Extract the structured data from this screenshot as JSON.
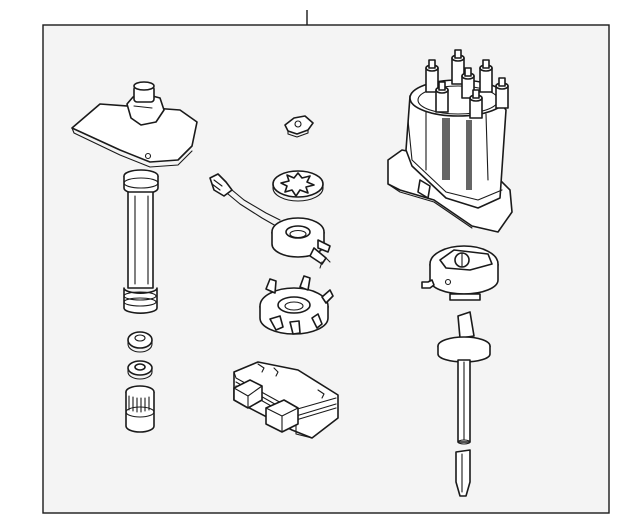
{
  "colors": {
    "panel_background": "#f4f4f4",
    "line": "#1a1a1a",
    "shade": "#666666",
    "page_background": "#ffffff"
  },
  "parts": [
    {
      "name": "distributor-housing",
      "icon": "housing-shaft-icon"
    },
    {
      "name": "shaft-washer",
      "icon": "washer-icon"
    },
    {
      "name": "shaft-small-washer",
      "icon": "washer-icon"
    },
    {
      "name": "drive-gear",
      "icon": "gear-icon"
    },
    {
      "name": "retainer-clip",
      "icon": "clip-icon"
    },
    {
      "name": "pole-piece",
      "icon": "star-washer-icon"
    },
    {
      "name": "pickup-coil",
      "icon": "coil-connector-icon"
    },
    {
      "name": "magnet-plate",
      "icon": "magnet-icon"
    },
    {
      "name": "ignition-module",
      "icon": "module-icon"
    },
    {
      "name": "distributor-cap",
      "icon": "cap-icon"
    },
    {
      "name": "rotor",
      "icon": "rotor-icon"
    },
    {
      "name": "main-shaft",
      "icon": "shaft-icon"
    },
    {
      "name": "roll-pin",
      "icon": "pin-icon"
    }
  ]
}
